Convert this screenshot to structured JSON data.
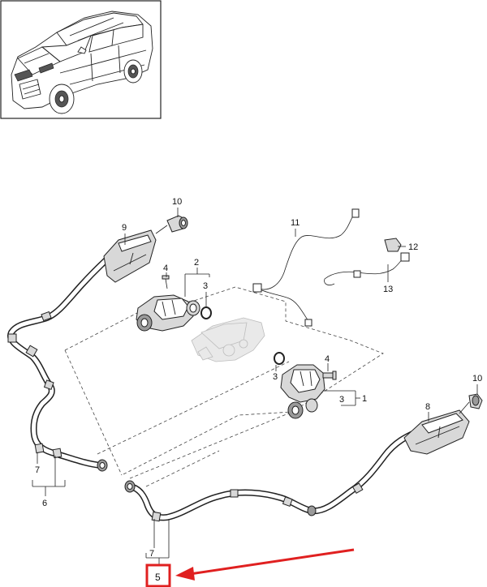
{
  "callouts": {
    "c1": "1",
    "c2": "2",
    "c3a": "3",
    "c3b": "3",
    "c3c": "3",
    "c4a": "4",
    "c4b": "4",
    "c5": "5",
    "c6": "6",
    "c7a": "7",
    "c7b": "7",
    "c8": "8",
    "c9": "9",
    "c10a": "10",
    "c10b": "10",
    "c11": "11",
    "c12": "12",
    "c13": "13"
  },
  "highlight": {
    "target_callout": "5",
    "color": "#e02020"
  }
}
